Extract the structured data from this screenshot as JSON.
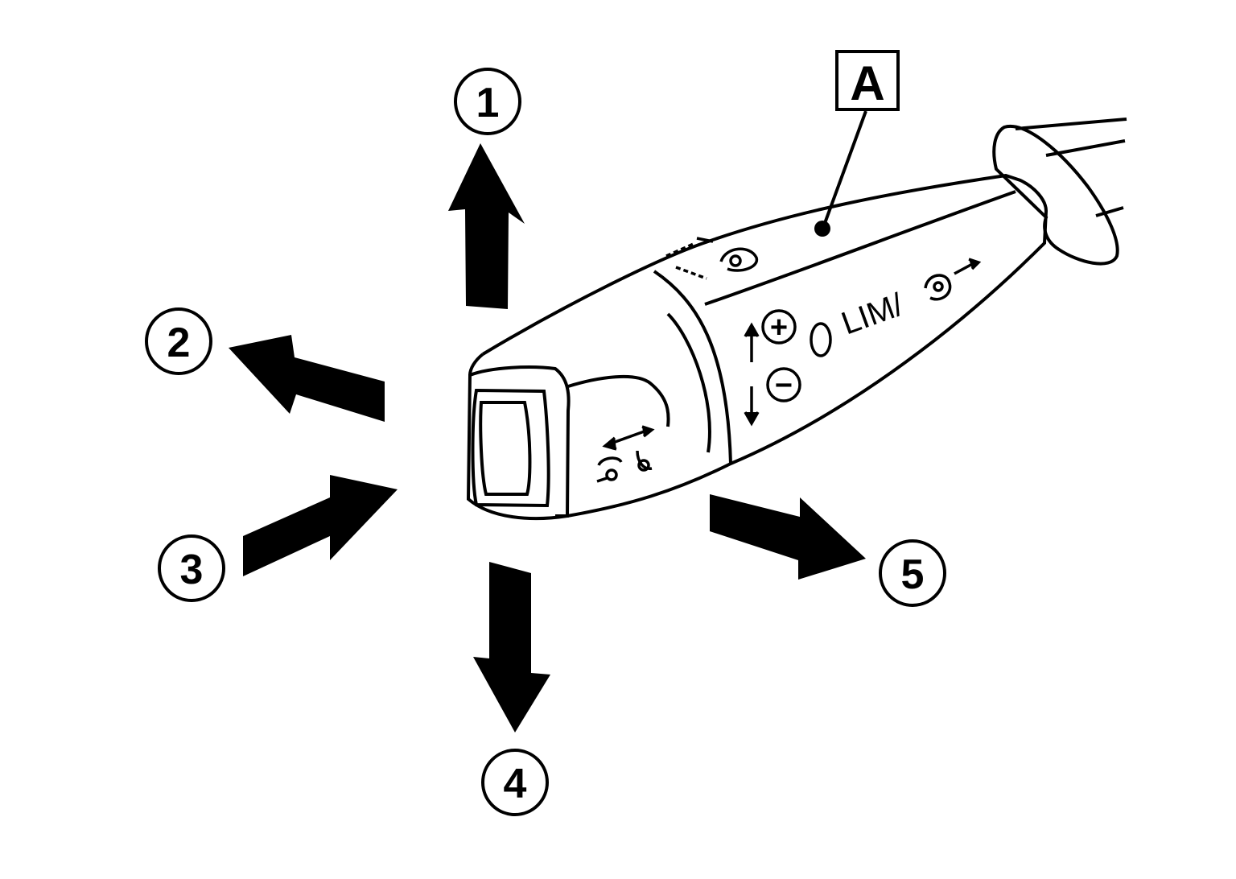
{
  "diagram": {
    "callout_label": "A",
    "lever_marking": "LIM/",
    "plus_symbol": "+",
    "minus_symbol": "−",
    "positions": [
      {
        "id": 1,
        "label": "1"
      },
      {
        "id": 2,
        "label": "2"
      },
      {
        "id": 3,
        "label": "3"
      },
      {
        "id": 4,
        "label": "4"
      },
      {
        "id": 5,
        "label": "5"
      }
    ]
  },
  "colors": {
    "ink": "#000000",
    "background": "#ffffff"
  }
}
